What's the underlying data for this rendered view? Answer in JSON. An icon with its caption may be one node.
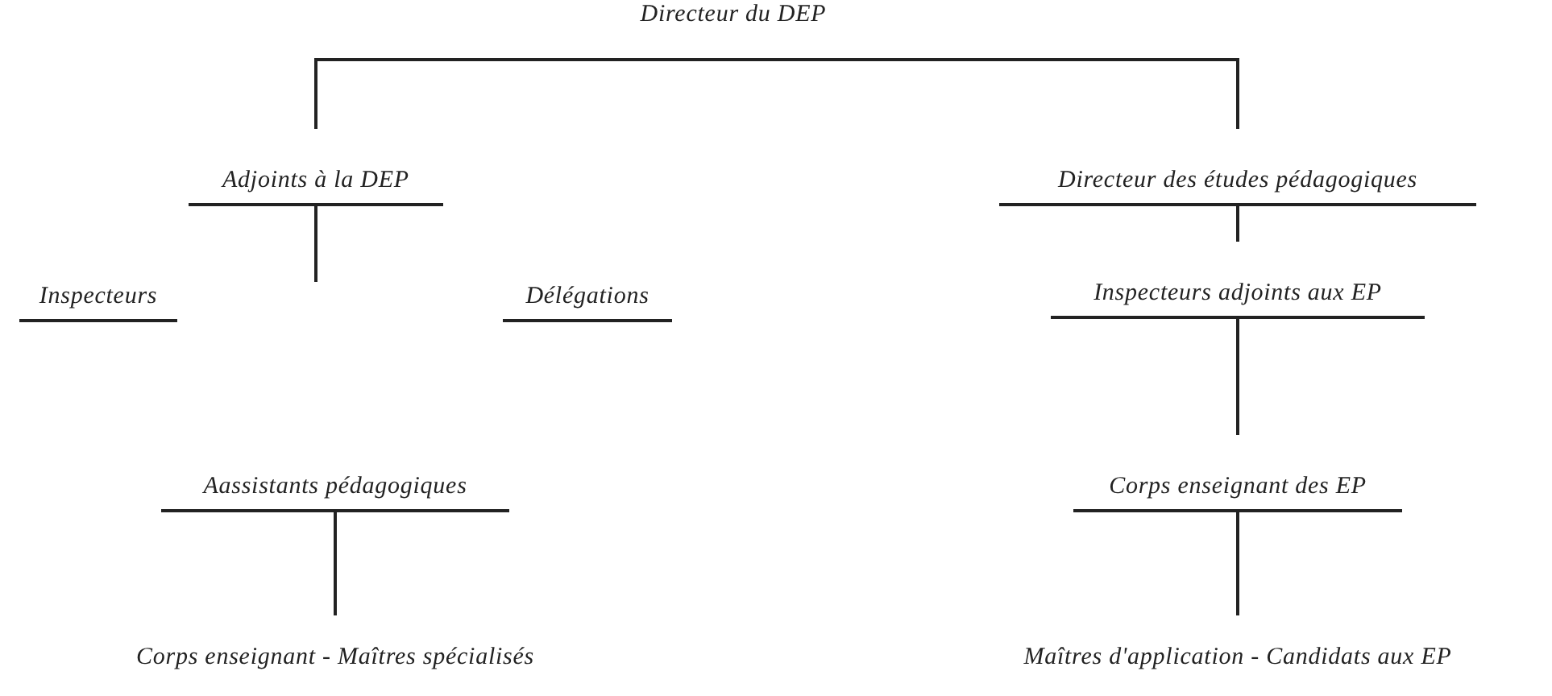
{
  "diagram": {
    "nodes": [
      {
        "text": [
          "Directeur du DEP"
        ]
      },
      {
        "text": [
          "Adjoints à la DEP"
        ]
      },
      {
        "text": [
          "Directeur des études pédagogiques"
        ]
      },
      {
        "text": [
          "Inspecteurs"
        ]
      },
      {
        "text": [
          "Délégations"
        ]
      },
      {
        "text": [
          "Inspecteurs adjoints aux EP"
        ]
      },
      {
        "text": [
          "Aassistants pédagogiques"
        ]
      },
      {
        "text": [
          "Corps enseignant des EP"
        ]
      },
      {
        "text": [
          "Corps enseignant - Maîtres spécialisés"
        ]
      },
      {
        "text": [
          "Maîtres d'application - Candidats aux EP"
        ]
      }
    ],
    "edges": [
      {
        "from": 0,
        "to": 1,
        "arrow": "none"
      },
      {
        "from": 0,
        "to": 2,
        "arrow": "none"
      },
      {
        "from": 1,
        "to": null,
        "arrow": "none"
      },
      {
        "from": 2,
        "to": 5,
        "arrow": "none"
      },
      {
        "from": 6,
        "to": 8,
        "arrow": "none"
      },
      {
        "from": 5,
        "to": 7,
        "arrow": "none"
      },
      {
        "from": 7,
        "to": 9,
        "arrow": "none"
      }
    ]
  }
}
